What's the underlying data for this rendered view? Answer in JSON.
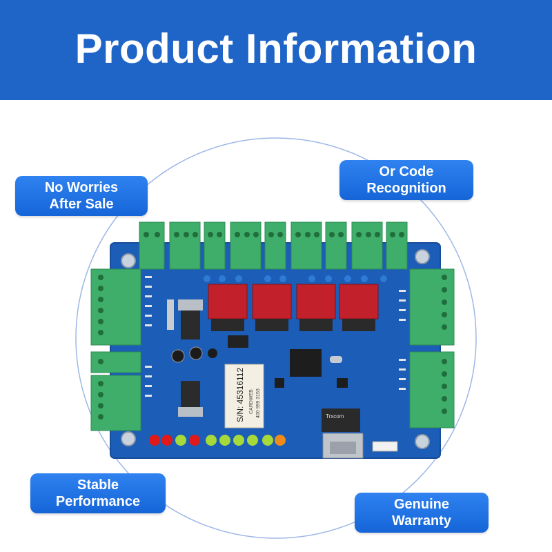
{
  "header": {
    "title": "Product Information",
    "color": "#1f64c7"
  },
  "features": {
    "top_left": {
      "line1": "No Worries",
      "line2": "After Sale"
    },
    "top_right": {
      "line1": "Or Code",
      "line2": "Recognition"
    },
    "bottom_left": {
      "line1": "Stable",
      "line2": "Performance"
    },
    "bottom_right": {
      "line1": "Genuine",
      "line2": "Warranty"
    }
  },
  "board": {
    "serial_label": "S/N: 45316112",
    "brand_label": "CARDWEB",
    "phone_label": "400 999 3153",
    "chip_label": "Trxcom",
    "pcb_color": "#1c5db8",
    "terminal_color": "#3fae6a"
  }
}
